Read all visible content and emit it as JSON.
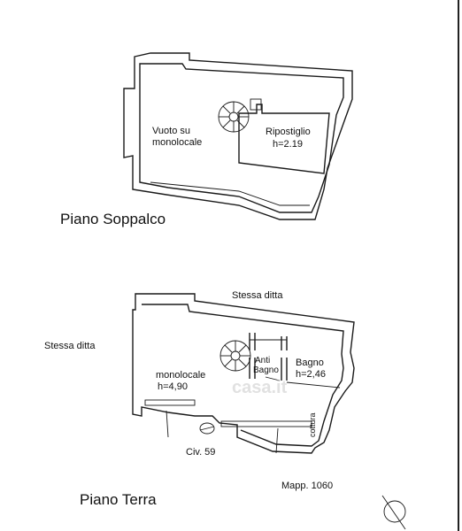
{
  "upper_floor": {
    "title": "Piano Soppalco",
    "rooms": [
      {
        "name": "Vuoto su",
        "name2": "monolocale"
      },
      {
        "name": "Ripostiglio",
        "height": "h=2.19"
      }
    ]
  },
  "ground_floor": {
    "title": "Piano Terra",
    "neighbor_top": "Stessa ditta",
    "neighbor_left": "Stessa ditta",
    "rooms": [
      {
        "name": "monolocale",
        "height": "h=4,90"
      },
      {
        "name": "Anti",
        "name2": "Bagno"
      },
      {
        "name": "Bagno",
        "height": "h=2,46"
      },
      {
        "name": "cottura"
      }
    ],
    "civic": "Civ. 59",
    "mapp": "Mapp. 1060"
  },
  "watermark": "casa.it",
  "icons": {
    "north_arrow": "compass-icon",
    "stair": "spiral-stair-icon"
  }
}
